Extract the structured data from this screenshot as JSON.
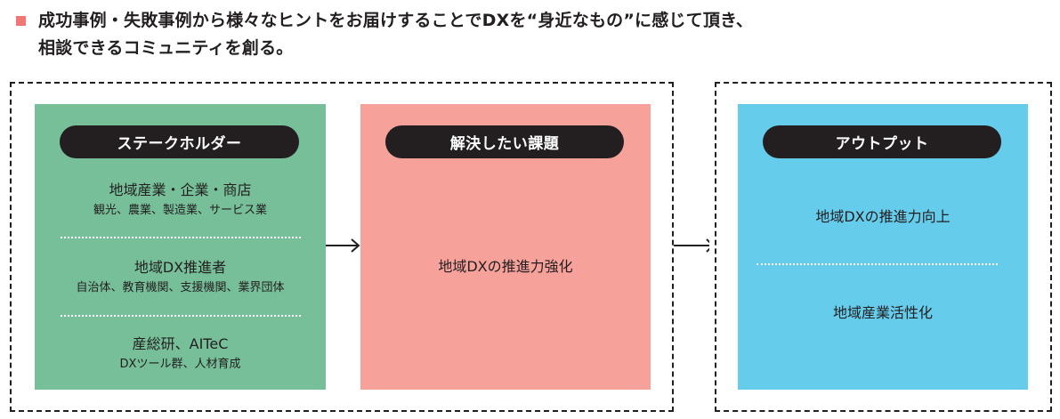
{
  "colors": {
    "bullet": "#f47575",
    "stakeholder_bg": "#76bf99",
    "issue_bg": "#f7a19b",
    "output_bg": "#65cceb",
    "pill_bg": "#231f20",
    "text": "#231f20"
  },
  "headline": {
    "line1": "成功事例・失敗事例から様々なヒントをお届けすることでDXを“身近なもの”に感じて頂き、",
    "line2": "相談できるコミュニティを創る。"
  },
  "stakeholder": {
    "title": "ステークホルダー",
    "items": [
      {
        "main": "地域産業・企業・商店",
        "sub": "観光、農業、製造業、サービス業"
      },
      {
        "main": "地域DX推進者",
        "sub": "自治体、教育機関、支援機関、業界団体"
      },
      {
        "main": "産総研、AITeC",
        "sub": "DXツール群、人材育成"
      }
    ]
  },
  "issue": {
    "title": "解決したい課題",
    "items": [
      {
        "main": "地域DXの推進力強化"
      }
    ]
  },
  "output": {
    "title": "アウトプット",
    "items": [
      {
        "main": "地域DXの推進力向上"
      },
      {
        "main": "地域産業活性化"
      }
    ]
  },
  "icons": {
    "bullet": "square-bullet-icon",
    "arrow": "arrow-right-icon"
  }
}
